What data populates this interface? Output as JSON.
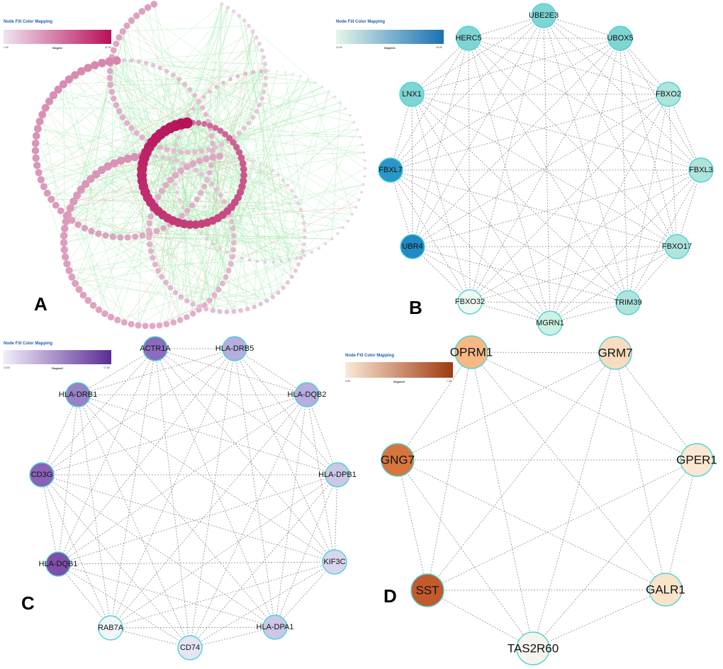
{
  "legend_title": "Node Fill Color Mapping",
  "panels": [
    {
      "id": "A",
      "letter": "A",
      "legend": {
        "attribute": "Degree",
        "min_label": "1.00",
        "max_label": "47.00",
        "colors": [
          "#efe4ef",
          "#b8105a"
        ]
      }
    },
    {
      "id": "B",
      "letter": "B",
      "legend": {
        "attribute": "Degree1",
        "min_label": "12.00",
        "max_label": "16.00",
        "colors": [
          "#e6f6ea",
          "#1a71b3"
        ]
      },
      "node_colors": [
        "#7ed5d3",
        "#7ed5d3",
        "#aee4dc",
        "#aee4dc",
        "#aee4dc",
        "#aee4dc",
        "#ccf1e5",
        "#eefaf1",
        "#2289c2",
        "#2a96c8",
        "#7ed5d3",
        "#7ed5d3"
      ],
      "nodes": [
        "UBE2E3",
        "UBOX5",
        "FBXO2",
        "FBXL3",
        "FBXO17",
        "TRIM39",
        "MGRN1",
        "FBXO32",
        "UBR4",
        "FBXL7",
        "LNX1",
        "HERC5"
      ]
    },
    {
      "id": "C",
      "letter": "C",
      "legend": {
        "attribute": "Degree2",
        "min_label": "13.00",
        "max_label": "17.00",
        "colors": [
          "#f1eef8",
          "#5b2c95"
        ]
      },
      "node_colors": [
        "#b5aede",
        "#b5aede",
        "#cbc7e6",
        "#d8d5ec",
        "#cbc7e6",
        "#e6e5f4",
        "#f1f6fb",
        "#7f4fa9",
        "#8a62b8",
        "#9783c5",
        "#8a6cbe",
        "#b5aede"
      ],
      "nodes": [
        "HLA-DRB5",
        "HLA-DQB2",
        "HLA-DPB1",
        "KIF3C",
        "HLA-DPA1",
        "CD74",
        "RAB7A",
        "HLA-DQB1",
        "CD3G",
        "HLA-DRB1",
        "ACTR1A"
      ]
    },
    {
      "id": "D",
      "letter": "D",
      "legend": {
        "attribute": "Degree3",
        "min_label": "6.00",
        "max_label": "7.00",
        "colors": [
          "#fbe9d8",
          "#a03a0e"
        ]
      },
      "node_colors": [
        "#f8b884",
        "#f8dcc0",
        "#fbe7d2",
        "#f9e4ca",
        "#f6f4ee",
        "#c25a2b",
        "#d7753d"
      ],
      "nodes": [
        "OPRM1",
        "GRM7",
        "GPER1",
        "GALR1",
        "TAS2R60",
        "SST",
        "GNG7"
      ]
    }
  ]
}
